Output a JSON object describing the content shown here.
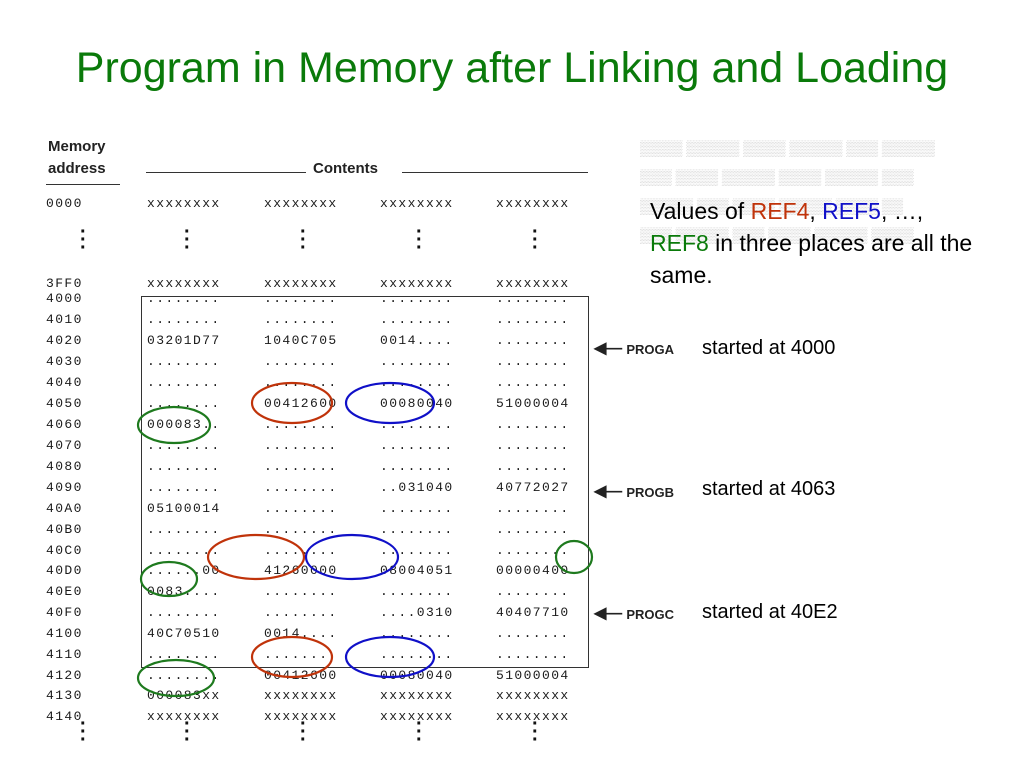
{
  "title": "Program in Memory after Linking and Loading",
  "table": {
    "col_memory": "Memory",
    "col_address": "address",
    "col_contents": "Contents",
    "rows": [
      {
        "addr": "0000",
        "cells": [
          "xxxxxxxx",
          "xxxxxxxx",
          "xxxxxxxx",
          "xxxxxxxx"
        ]
      },
      {
        "addr": "3FF0",
        "cells": [
          "xxxxxxxx",
          "xxxxxxxx",
          "xxxxxxxx",
          "xxxxxxxx"
        ]
      },
      {
        "addr": "4000",
        "cells": [
          "........",
          "........",
          "........",
          "........"
        ]
      },
      {
        "addr": "4010",
        "cells": [
          "........",
          "........",
          "........",
          "........"
        ]
      },
      {
        "addr": "4020",
        "cells": [
          "03201D77",
          "1040C705",
          "0014....",
          "........"
        ]
      },
      {
        "addr": "4030",
        "cells": [
          "........",
          "........",
          "........",
          "........"
        ]
      },
      {
        "addr": "4040",
        "cells": [
          "........",
          "........",
          "........",
          "........"
        ]
      },
      {
        "addr": "4050",
        "cells": [
          "........",
          "00412600",
          "00080040",
          "51000004"
        ]
      },
      {
        "addr": "4060",
        "cells": [
          "000083..",
          "........",
          "........",
          "........"
        ]
      },
      {
        "addr": "4070",
        "cells": [
          "........",
          "........",
          "........",
          "........"
        ]
      },
      {
        "addr": "4080",
        "cells": [
          "........",
          "........",
          "........",
          "........"
        ]
      },
      {
        "addr": "4090",
        "cells": [
          "........",
          "........",
          "..031040",
          "40772027"
        ]
      },
      {
        "addr": "40A0",
        "cells": [
          "05100014",
          "........",
          "........",
          "........"
        ]
      },
      {
        "addr": "40B0",
        "cells": [
          "........",
          "........",
          "........",
          "........"
        ]
      },
      {
        "addr": "40C0",
        "cells": [
          "........",
          "........",
          "........",
          "........"
        ]
      },
      {
        "addr": "40D0",
        "cells": [
          "......00",
          "41260000",
          "08004051",
          "00000400"
        ]
      },
      {
        "addr": "40E0",
        "cells": [
          "0083....",
          "........",
          "........",
          "........"
        ]
      },
      {
        "addr": "40F0",
        "cells": [
          "........",
          "........",
          "....0310",
          "40407710"
        ]
      },
      {
        "addr": "4100",
        "cells": [
          "40C70510",
          "0014....",
          "........",
          "........"
        ]
      },
      {
        "addr": "4110",
        "cells": [
          "........",
          "........",
          "........",
          "........"
        ]
      },
      {
        "addr": "4120",
        "cells": [
          "........",
          "00412600",
          "00080040",
          "51000004"
        ]
      },
      {
        "addr": "4130",
        "cells": [
          "000083xx",
          "xxxxxxxx",
          "xxxxxxxx",
          "xxxxxxxx"
        ]
      },
      {
        "addr": "4140",
        "cells": [
          "xxxxxxxx",
          "xxxxxxxx",
          "xxxxxxxx",
          "xxxxxxxx"
        ]
      }
    ]
  },
  "labels": {
    "proga": "PROGA",
    "progb": "PROGB",
    "progc": "PROGC"
  },
  "notes": {
    "proga": "started at 4000",
    "progb": "started at 4063",
    "progc": "started at 40E2"
  },
  "callout": {
    "part1": "Values of ",
    "ref4": "REF4",
    "comma1": ", ",
    "ref5": "REF5",
    "part2": ", …,",
    "ref8": "REF8",
    "part3": " in three places are all the same."
  },
  "colors": {
    "title_green": "#0a7a0a",
    "ref_red": "#c0330a",
    "ref_blue": "#1010c8"
  }
}
